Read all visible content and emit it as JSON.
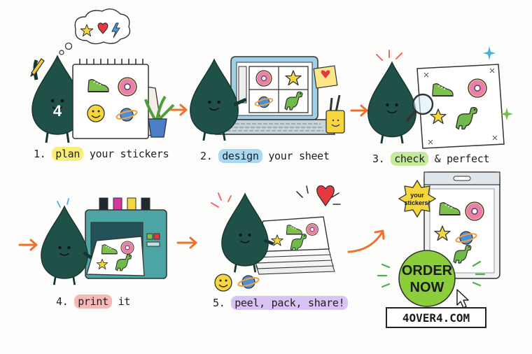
{
  "steps": [
    {
      "num": "1.",
      "keyword": "plan",
      "rest": "your stickers",
      "color": "#f7ee7a"
    },
    {
      "num": "2.",
      "keyword": "design",
      "rest": "your sheet",
      "color": "#a9d8f2"
    },
    {
      "num": "3.",
      "keyword": "check",
      "rest": "& perfect",
      "color": "#c5ea9c"
    },
    {
      "num": "4.",
      "keyword": "print",
      "rest": "it",
      "color": "#f7b8b8"
    },
    {
      "num": "5.",
      "keyword": "peel, pack, share!",
      "rest": "",
      "color": "#d8c3f2"
    }
  ],
  "mascot_number": "4",
  "badge": {
    "line1": "your",
    "line2": "stickers!"
  },
  "cta": {
    "line1": "ORDER",
    "line2": "NOW",
    "url": "4OVER4.COM"
  },
  "colors": {
    "mascot": "#1f5148",
    "arrow": "#f0712c",
    "printer": "#4da4a4",
    "order": "#8ccd3c"
  },
  "icons": [
    "star-icon",
    "heart-icon",
    "lightning-icon",
    "sneaker-icon",
    "donut-icon",
    "smiley-icon",
    "planet-icon",
    "dinosaur-icon",
    "magnifier-icon",
    "cursor-icon",
    "pencil-icon"
  ]
}
